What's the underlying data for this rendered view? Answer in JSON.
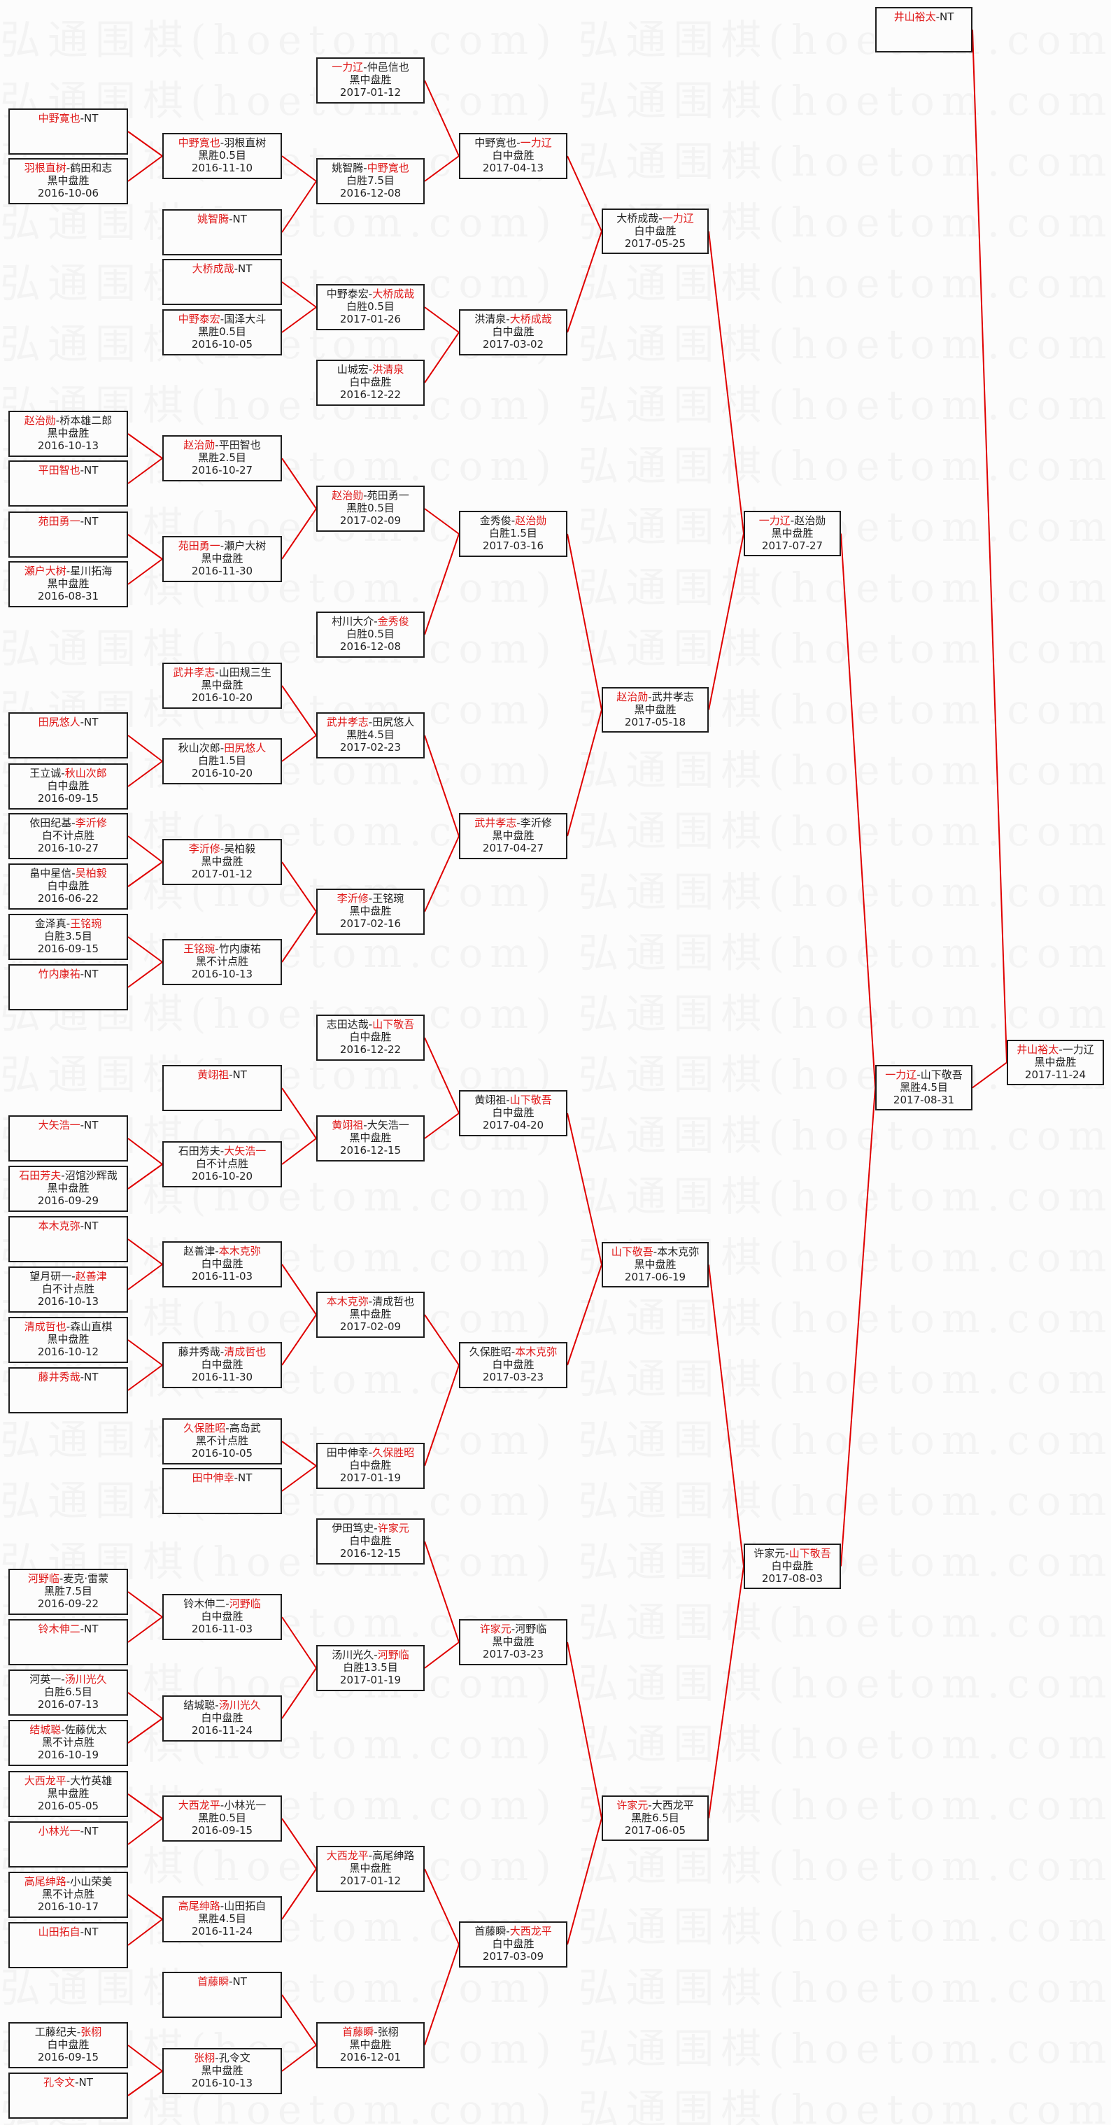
{
  "watermark": "弘通围棋(hoetom.com)",
  "separator": "-",
  "colors": {
    "winner": "#e01818",
    "connector": "#e00000",
    "border": "#1e1e1e"
  },
  "matches": [
    {
      "id": "a1",
      "p1": "中野寛也",
      "p2": "NT",
      "winner": 1,
      "parent": "b1"
    },
    {
      "id": "a2",
      "p1": "羽根直树",
      "p2": "鹤田和志",
      "winner": 1,
      "result": "黑中盘胜",
      "date": "2016-10-06",
      "parent": "b1"
    },
    {
      "id": "a3",
      "p1": "赵治勋",
      "p2": "桥本雄二郎",
      "winner": 1,
      "result": "黑中盘胜",
      "date": "2016-10-13",
      "parent": "b5"
    },
    {
      "id": "a4",
      "p1": "平田智也",
      "p2": "NT",
      "winner": 1,
      "parent": "b5"
    },
    {
      "id": "a5",
      "p1": "苑田勇一",
      "p2": "NT",
      "winner": 1,
      "parent": "b6"
    },
    {
      "id": "a6",
      "p1": "瀬户大树",
      "p2": "星川拓海",
      "winner": 1,
      "result": "黑中盘胜",
      "date": "2016-08-31",
      "parent": "b6"
    },
    {
      "id": "a7",
      "p1": "田尻悠人",
      "p2": "NT",
      "winner": 1,
      "parent": "b8"
    },
    {
      "id": "a8",
      "p1": "王立诚",
      "p2": "秋山次郎",
      "winner": 2,
      "result": "白中盘胜",
      "date": "2016-09-15",
      "parent": "b8"
    },
    {
      "id": "a9",
      "p1": "依田纪基",
      "p2": "李沂修",
      "winner": 2,
      "result": "白不计点胜",
      "date": "2016-10-27",
      "parent": "b9"
    },
    {
      "id": "a10",
      "p1": "畠中星信",
      "p2": "吴柏毅",
      "winner": 2,
      "result": "白中盘胜",
      "date": "2016-06-22",
      "parent": "b9"
    },
    {
      "id": "a11",
      "p1": "金泽真",
      "p2": "王铭琬",
      "winner": 2,
      "result": "白胜3.5目",
      "date": "2016-09-15",
      "parent": "b10"
    },
    {
      "id": "a12",
      "p1": "竹内康祐",
      "p2": "NT",
      "winner": 1,
      "parent": "b10"
    },
    {
      "id": "a13",
      "p1": "大矢浩一",
      "p2": "NT",
      "winner": 1,
      "parent": "b12"
    },
    {
      "id": "a14",
      "p1": "石田芳夫",
      "p2": "沼馆沙辉哉",
      "winner": 1,
      "result": "黑中盘胜",
      "date": "2016-09-29",
      "parent": "b12"
    },
    {
      "id": "a15",
      "p1": "本木克弥",
      "p2": "NT",
      "winner": 1,
      "parent": "b13"
    },
    {
      "id": "a16",
      "p1": "望月研一",
      "p2": "赵善津",
      "winner": 2,
      "result": "白不计点胜",
      "date": "2016-10-13",
      "parent": "b13"
    },
    {
      "id": "a17",
      "p1": "清成哲也",
      "p2": "森山直棋",
      "winner": 1,
      "result": "黑中盘胜",
      "date": "2016-10-12",
      "parent": "b14"
    },
    {
      "id": "a18",
      "p1": "藤井秀哉",
      "p2": "NT",
      "winner": 1,
      "parent": "b14"
    },
    {
      "id": "a19",
      "p1": "河野临",
      "p2": "麦克·雷蒙",
      "winner": 1,
      "result": "黑胜7.5目",
      "date": "2016-09-22",
      "parent": "b17"
    },
    {
      "id": "a20",
      "p1": "铃木伸二",
      "p2": "NT",
      "winner": 1,
      "parent": "b17"
    },
    {
      "id": "a21",
      "p1": "河英一",
      "p2": "汤川光久",
      "winner": 2,
      "result": "白胜6.5目",
      "date": "2016-07-13",
      "parent": "b18"
    },
    {
      "id": "a22",
      "p1": "结城聪",
      "p2": "佐藤优太",
      "winner": 1,
      "result": "黑不计点胜",
      "date": "2016-10-19",
      "parent": "b18"
    },
    {
      "id": "a23",
      "p1": "大西龙平",
      "p2": "大竹英雄",
      "winner": 1,
      "result": "黑中盘胜",
      "date": "2016-05-05",
      "parent": "b19"
    },
    {
      "id": "a24",
      "p1": "小林光一",
      "p2": "NT",
      "winner": 1,
      "parent": "b19"
    },
    {
      "id": "a25",
      "p1": "高尾绅路",
      "p2": "小山荣美",
      "winner": 1,
      "result": "黑不计点胜",
      "date": "2016-10-17",
      "parent": "b20"
    },
    {
      "id": "a26",
      "p1": "山田拓自",
      "p2": "NT",
      "winner": 1,
      "parent": "b20"
    },
    {
      "id": "a27",
      "p1": "工藤纪夫",
      "p2": "张栩",
      "winner": 2,
      "result": "白中盘胜",
      "date": "2016-09-15",
      "parent": "b22"
    },
    {
      "id": "a28",
      "p1": "孔令文",
      "p2": "NT",
      "winner": 1,
      "parent": "b22"
    },
    {
      "id": "b1",
      "p1": "中野寛也",
      "p2": "羽根直树",
      "winner": 1,
      "result": "黑胜0.5目",
      "date": "2016-11-10",
      "parent": "c2"
    },
    {
      "id": "b2",
      "p1": "姚智腾",
      "p2": "NT",
      "winner": 1,
      "parent": "c2"
    },
    {
      "id": "b3",
      "p1": "大桥成哉",
      "p2": "NT",
      "winner": 1,
      "parent": "c3"
    },
    {
      "id": "b4",
      "p1": "中野泰宏",
      "p2": "国泽大斗",
      "winner": 1,
      "result": "黑胜0.5目",
      "date": "2016-10-05",
      "parent": "c3"
    },
    {
      "id": "b5",
      "p1": "赵治勋",
      "p2": "平田智也",
      "winner": 1,
      "result": "黑胜2.5目",
      "date": "2016-10-27",
      "parent": "c5"
    },
    {
      "id": "b6",
      "p1": "苑田勇一",
      "p2": "瀬户大树",
      "winner": 1,
      "result": "黑中盘胜",
      "date": "2016-11-30",
      "parent": "c5"
    },
    {
      "id": "b7",
      "p1": "武井孝志",
      "p2": "山田规三生",
      "winner": 1,
      "result": "黑中盘胜",
      "date": "2016-10-20",
      "parent": "c7"
    },
    {
      "id": "b8",
      "p1": "秋山次郎",
      "p2": "田尻悠人",
      "winner": 2,
      "result": "白胜1.5目",
      "date": "2016-10-20",
      "parent": "c7"
    },
    {
      "id": "b9",
      "p1": "李沂修",
      "p2": "吴柏毅",
      "winner": 1,
      "result": "黑中盘胜",
      "date": "2017-01-12",
      "parent": "c8"
    },
    {
      "id": "b10",
      "p1": "王铭琬",
      "p2": "竹内康祐",
      "winner": 1,
      "result": "黑不计点胜",
      "date": "2016-10-13",
      "parent": "c8"
    },
    {
      "id": "b11",
      "p1": "黄翊祖",
      "p2": "NT",
      "winner": 1,
      "parent": "c10"
    },
    {
      "id": "b12",
      "p1": "石田芳夫",
      "p2": "大矢浩一",
      "winner": 2,
      "result": "白不计点胜",
      "date": "2016-10-20",
      "parent": "c10"
    },
    {
      "id": "b13",
      "p1": "赵善津",
      "p2": "本木克弥",
      "winner": 2,
      "result": "白中盘胜",
      "date": "2016-11-03",
      "parent": "c11"
    },
    {
      "id": "b14",
      "p1": "藤井秀哉",
      "p2": "清成哲也",
      "winner": 2,
      "result": "白中盘胜",
      "date": "2016-11-30",
      "parent": "c11"
    },
    {
      "id": "b15",
      "p1": "久保胜昭",
      "p2": "高岛武",
      "winner": 1,
      "result": "黑不计点胜",
      "date": "2016-10-05",
      "parent": "c12"
    },
    {
      "id": "b16",
      "p1": "田中伸幸",
      "p2": "NT",
      "winner": 1,
      "parent": "c12"
    },
    {
      "id": "b17",
      "p1": "铃木伸二",
      "p2": "河野临",
      "winner": 2,
      "result": "白中盘胜",
      "date": "2016-11-03",
      "parent": "c14"
    },
    {
      "id": "b18",
      "p1": "结城聪",
      "p2": "汤川光久",
      "winner": 2,
      "result": "白中盘胜",
      "date": "2016-11-24",
      "parent": "c14"
    },
    {
      "id": "b19",
      "p1": "大西龙平",
      "p2": "小林光一",
      "winner": 1,
      "result": "黑胜0.5目",
      "date": "2016-09-15",
      "parent": "c15"
    },
    {
      "id": "b20",
      "p1": "高尾绅路",
      "p2": "山田拓自",
      "winner": 1,
      "result": "黑胜4.5目",
      "date": "2016-11-24",
      "parent": "c15"
    },
    {
      "id": "b21",
      "p1": "首藤瞬",
      "p2": "NT",
      "winner": 1,
      "parent": "c16"
    },
    {
      "id": "b22",
      "p1": "张栩",
      "p2": "孔令文",
      "winner": 1,
      "result": "黑中盘胜",
      "date": "2016-10-13",
      "parent": "c16"
    },
    {
      "id": "c1",
      "p1": "一力辽",
      "p2": "仲邑信也",
      "winner": 1,
      "result": "黑中盘胜",
      "date": "2017-01-12",
      "parent": "d1"
    },
    {
      "id": "c2",
      "p1": "姚智腾",
      "p2": "中野寛也",
      "winner": 2,
      "result": "白胜7.5目",
      "date": "2016-12-08",
      "parent": "d1"
    },
    {
      "id": "c3",
      "p1": "中野泰宏",
      "p2": "大桥成哉",
      "winner": 2,
      "result": "白胜0.5目",
      "date": "2017-01-26",
      "parent": "d2"
    },
    {
      "id": "c4",
      "p1": "山城宏",
      "p2": "洪清泉",
      "winner": 2,
      "result": "白中盘胜",
      "date": "2016-12-22",
      "parent": "d2"
    },
    {
      "id": "c5",
      "p1": "赵治勋",
      "p2": "苑田勇一",
      "winner": 1,
      "result": "黑胜0.5目",
      "date": "2017-02-09",
      "parent": "d3"
    },
    {
      "id": "c6",
      "p1": "村川大介",
      "p2": "金秀俊",
      "winner": 2,
      "result": "白胜0.5目",
      "date": "2016-12-08",
      "parent": "d3"
    },
    {
      "id": "c7",
      "p1": "武井孝志",
      "p2": "田尻悠人",
      "winner": 1,
      "result": "黑胜4.5目",
      "date": "2017-02-23",
      "parent": "d4"
    },
    {
      "id": "c8",
      "p1": "李沂修",
      "p2": "王铭琬",
      "winner": 1,
      "result": "黑中盘胜",
      "date": "2017-02-16",
      "parent": "d4"
    },
    {
      "id": "c9",
      "p1": "志田达哉",
      "p2": "山下敬吾",
      "winner": 2,
      "result": "白中盘胜",
      "date": "2016-12-22",
      "parent": "d5"
    },
    {
      "id": "c10",
      "p1": "黄翊祖",
      "p2": "大矢浩一",
      "winner": 1,
      "result": "黑中盘胜",
      "date": "2016-12-15",
      "parent": "d5"
    },
    {
      "id": "c11",
      "p1": "本木克弥",
      "p2": "清成哲也",
      "winner": 1,
      "result": "黑中盘胜",
      "date": "2017-02-09",
      "parent": "d6"
    },
    {
      "id": "c12",
      "p1": "田中伸幸",
      "p2": "久保胜昭",
      "winner": 2,
      "result": "白中盘胜",
      "date": "2017-01-19",
      "parent": "d6"
    },
    {
      "id": "c13",
      "p1": "伊田笃史",
      "p2": "许家元",
      "winner": 2,
      "result": "白中盘胜",
      "date": "2016-12-15",
      "parent": "d7"
    },
    {
      "id": "c14",
      "p1": "汤川光久",
      "p2": "河野临",
      "winner": 2,
      "result": "白胜13.5目",
      "date": "2017-01-19",
      "parent": "d7"
    },
    {
      "id": "c15",
      "p1": "大西龙平",
      "p2": "高尾绅路",
      "winner": 1,
      "result": "黑中盘胜",
      "date": "2017-01-12",
      "parent": "d8"
    },
    {
      "id": "c16",
      "p1": "首藤瞬",
      "p2": "张栩",
      "winner": 1,
      "result": "黑中盘胜",
      "date": "2016-12-01",
      "parent": "d8"
    },
    {
      "id": "d1",
      "p1": "中野寛也",
      "p2": "一力辽",
      "winner": 2,
      "result": "白中盘胜",
      "date": "2017-04-13",
      "parent": "e1"
    },
    {
      "id": "d2",
      "p1": "洪清泉",
      "p2": "大桥成哉",
      "winner": 2,
      "result": "白中盘胜",
      "date": "2017-03-02",
      "parent": "e1"
    },
    {
      "id": "d3",
      "p1": "金秀俊",
      "p2": "赵治勋",
      "winner": 2,
      "result": "白胜1.5目",
      "date": "2017-03-16",
      "parent": "e2"
    },
    {
      "id": "d4",
      "p1": "武井孝志",
      "p2": "李沂修",
      "winner": 1,
      "result": "黑中盘胜",
      "date": "2017-04-27",
      "parent": "e2"
    },
    {
      "id": "d5",
      "p1": "黄翊祖",
      "p2": "山下敬吾",
      "winner": 2,
      "result": "白中盘胜",
      "date": "2017-04-20",
      "parent": "e3"
    },
    {
      "id": "d6",
      "p1": "久保胜昭",
      "p2": "本木克弥",
      "winner": 2,
      "result": "白中盘胜",
      "date": "2017-03-23",
      "parent": "e3"
    },
    {
      "id": "d7",
      "p1": "许家元",
      "p2": "河野临",
      "winner": 1,
      "result": "黑中盘胜",
      "date": "2017-03-23",
      "parent": "e4"
    },
    {
      "id": "d8",
      "p1": "首藤瞬",
      "p2": "大西龙平",
      "winner": 2,
      "result": "白中盘胜",
      "date": "2017-03-09",
      "parent": "e4"
    },
    {
      "id": "e1",
      "p1": "大桥成哉",
      "p2": "一力辽",
      "winner": 2,
      "result": "白中盘胜",
      "date": "2017-05-25",
      "parent": "f1"
    },
    {
      "id": "e2",
      "p1": "赵治勋",
      "p2": "武井孝志",
      "winner": 1,
      "result": "黑中盘胜",
      "date": "2017-05-18",
      "parent": "f1"
    },
    {
      "id": "e3",
      "p1": "山下敬吾",
      "p2": "本木克弥",
      "winner": 1,
      "result": "黑中盘胜",
      "date": "2017-06-19",
      "parent": "f2"
    },
    {
      "id": "e4",
      "p1": "许家元",
      "p2": "大西龙平",
      "winner": 1,
      "result": "黑胜6.5目",
      "date": "2017-06-05",
      "parent": "f2"
    },
    {
      "id": "f1",
      "p1": "一力辽",
      "p2": "赵治勋",
      "winner": 1,
      "result": "黑中盘胜",
      "date": "2017-07-27",
      "parent": "g1"
    },
    {
      "id": "f2",
      "p1": "许家元",
      "p2": "山下敬吾",
      "winner": 2,
      "result": "白中盘胜",
      "date": "2017-08-03",
      "parent": "g1"
    },
    {
      "id": "g0",
      "p1": "井山裕太",
      "p2": "NT",
      "winner": 1,
      "parent": "h1"
    },
    {
      "id": "g1",
      "p1": "一力辽",
      "p2": "山下敬吾",
      "winner": 1,
      "result": "黑胜4.5目",
      "date": "2017-08-31",
      "parent": "h1"
    },
    {
      "id": "h1",
      "p1": "井山裕太",
      "p2": "一力辽",
      "winner": 1,
      "result": "黑中盘胜",
      "date": "2017-11-24"
    }
  ]
}
